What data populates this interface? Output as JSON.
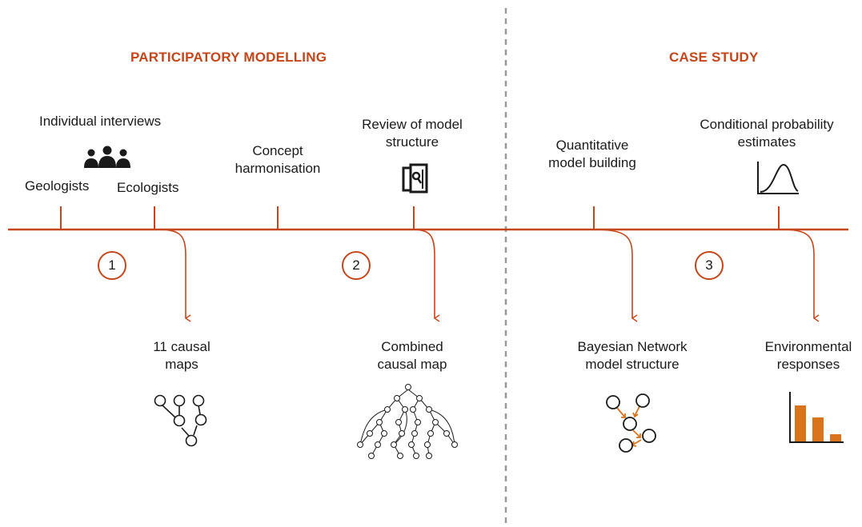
{
  "headers": {
    "participatory": "PARTICIPATORY MODELLING",
    "case_study": "CASE STUDY"
  },
  "steps": {
    "individual_interviews": "Individual interviews",
    "geologists": "Geologists",
    "ecologists": "Ecologists",
    "concept_harmonisation": [
      "Concept",
      "harmonisation"
    ],
    "review_model_structure": [
      "Review of model",
      "structure"
    ],
    "quantitative_model_building": [
      "Quantitative",
      "model building"
    ],
    "conditional_probability": [
      "Conditional probability",
      "estimates"
    ]
  },
  "phases": [
    "1",
    "2",
    "3"
  ],
  "outputs": {
    "causal_maps": [
      "11 causal",
      "maps"
    ],
    "combined_causal_map": [
      "Combined",
      "causal map"
    ],
    "bn_structure": [
      "Bayesian Network",
      "model structure"
    ],
    "environmental_responses": [
      "Environmental",
      "responses"
    ]
  },
  "colors": {
    "accent": "#c4461b",
    "bar": "#d9731c",
    "divider": "#9a9a9a"
  },
  "icons": [
    "people-icon",
    "document-review-icon",
    "distribution-curve-icon",
    "causal-map-icon",
    "combined-causal-map-icon",
    "bayesian-network-icon",
    "bar-chart-icon"
  ]
}
